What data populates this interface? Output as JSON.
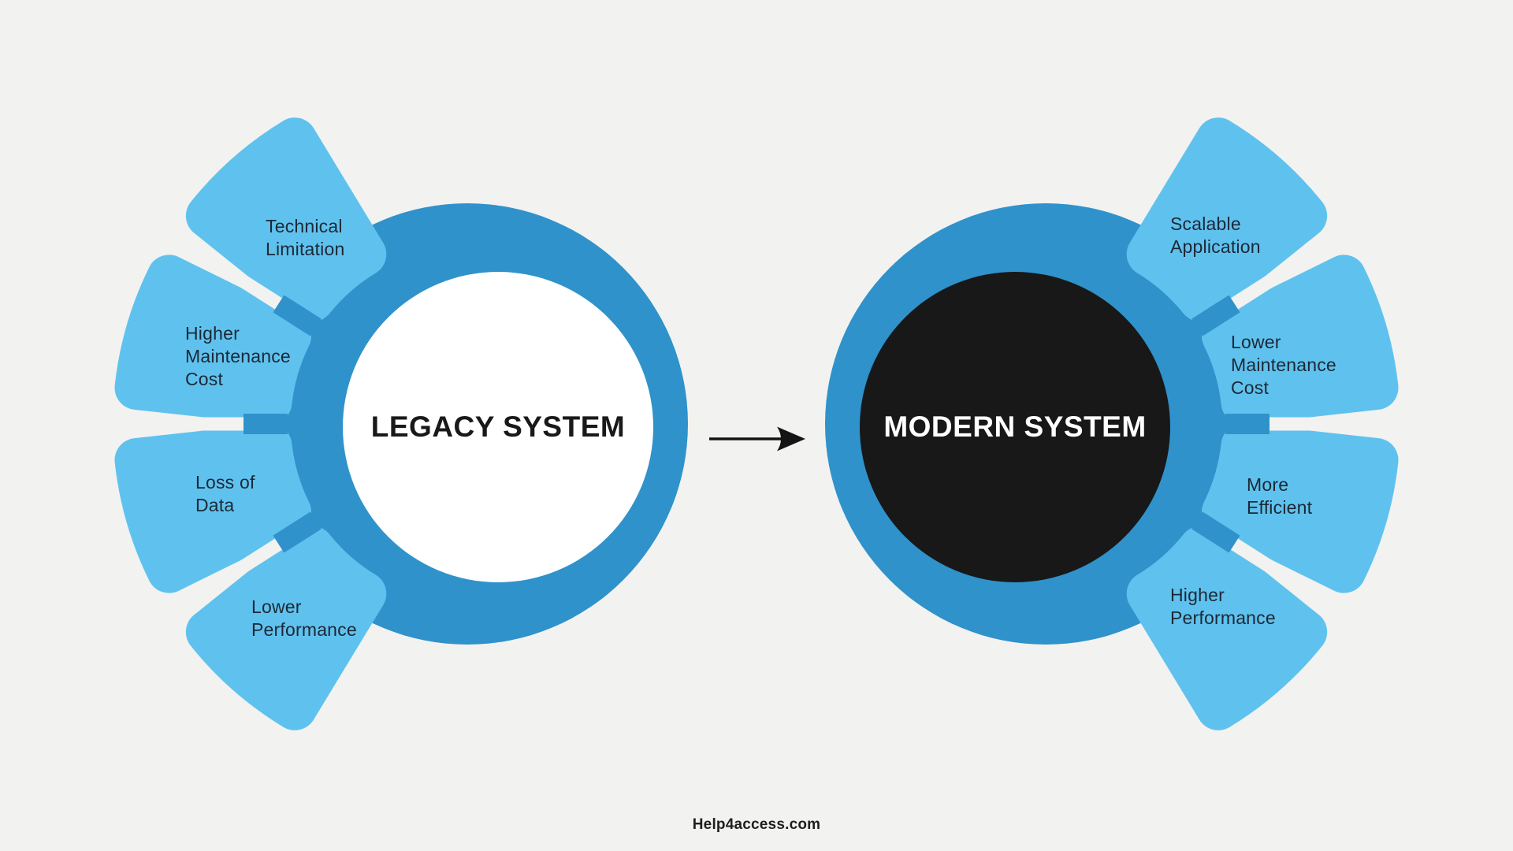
{
  "colors": {
    "background": "#f2f2f0",
    "ring_blue": "#2f92cb",
    "petal_blue": "#5fc2ee",
    "legacy_inner": "#ffffff",
    "modern_inner": "#181818",
    "label_text": "#1c2836",
    "arrow_black": "#141414"
  },
  "legacy_hub": {
    "title": "LEGACY SYSTEM",
    "petals": [
      {
        "label": "Technical\nLimitation"
      },
      {
        "label": "Higher\nMaintenance\nCost"
      },
      {
        "label": "Loss of\nData"
      },
      {
        "label": "Lower\nPerformance"
      }
    ]
  },
  "modern_hub": {
    "title": "MODERN SYSTEM",
    "petals": [
      {
        "label": "Scalable\nApplication"
      },
      {
        "label": "Lower\nMaintenance\nCost"
      },
      {
        "label": "More\nEfficient"
      },
      {
        "label": "Higher\nPerformance"
      }
    ]
  },
  "footer": {
    "text": "Help4access.com"
  }
}
